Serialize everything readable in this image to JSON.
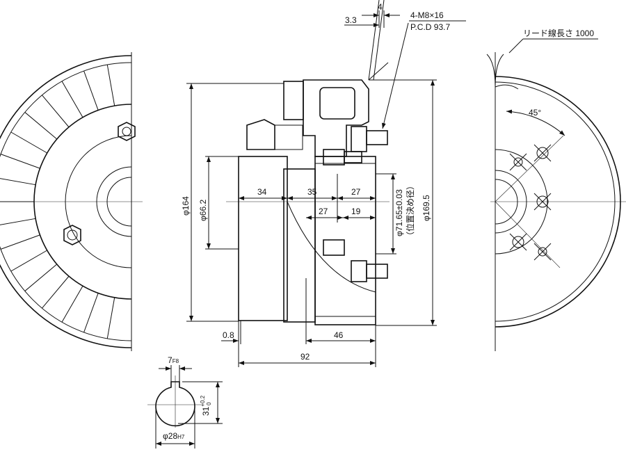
{
  "top_dims": {
    "lead_width": "4",
    "lead_offset": "3.3",
    "bolt_spec": "4-M8×16",
    "pcd": "P.C.D 93.7"
  },
  "right_view": {
    "lead_length": "リード線長さ 1000",
    "angle": "45°"
  },
  "side_view": {
    "dia_164": "φ164",
    "dia_66_2": "φ66.2",
    "dim_34": "34",
    "dim_35": "35",
    "dim_27a": "27",
    "dim_27b": "27",
    "dim_19": "19",
    "dia_71_65": "φ71.65±0.03",
    "dia_71_65_note": "（位置決め径）",
    "dia_169_5": "φ169.5",
    "dim_0_8": "0.8",
    "dim_46": "46",
    "dim_92": "92"
  },
  "keyway": {
    "width": "7",
    "width_tol": "F8",
    "depth": "31",
    "depth_tol_upper": "+0.2",
    "depth_tol_lower": "0",
    "bore": "φ28",
    "bore_tol": "H7"
  }
}
